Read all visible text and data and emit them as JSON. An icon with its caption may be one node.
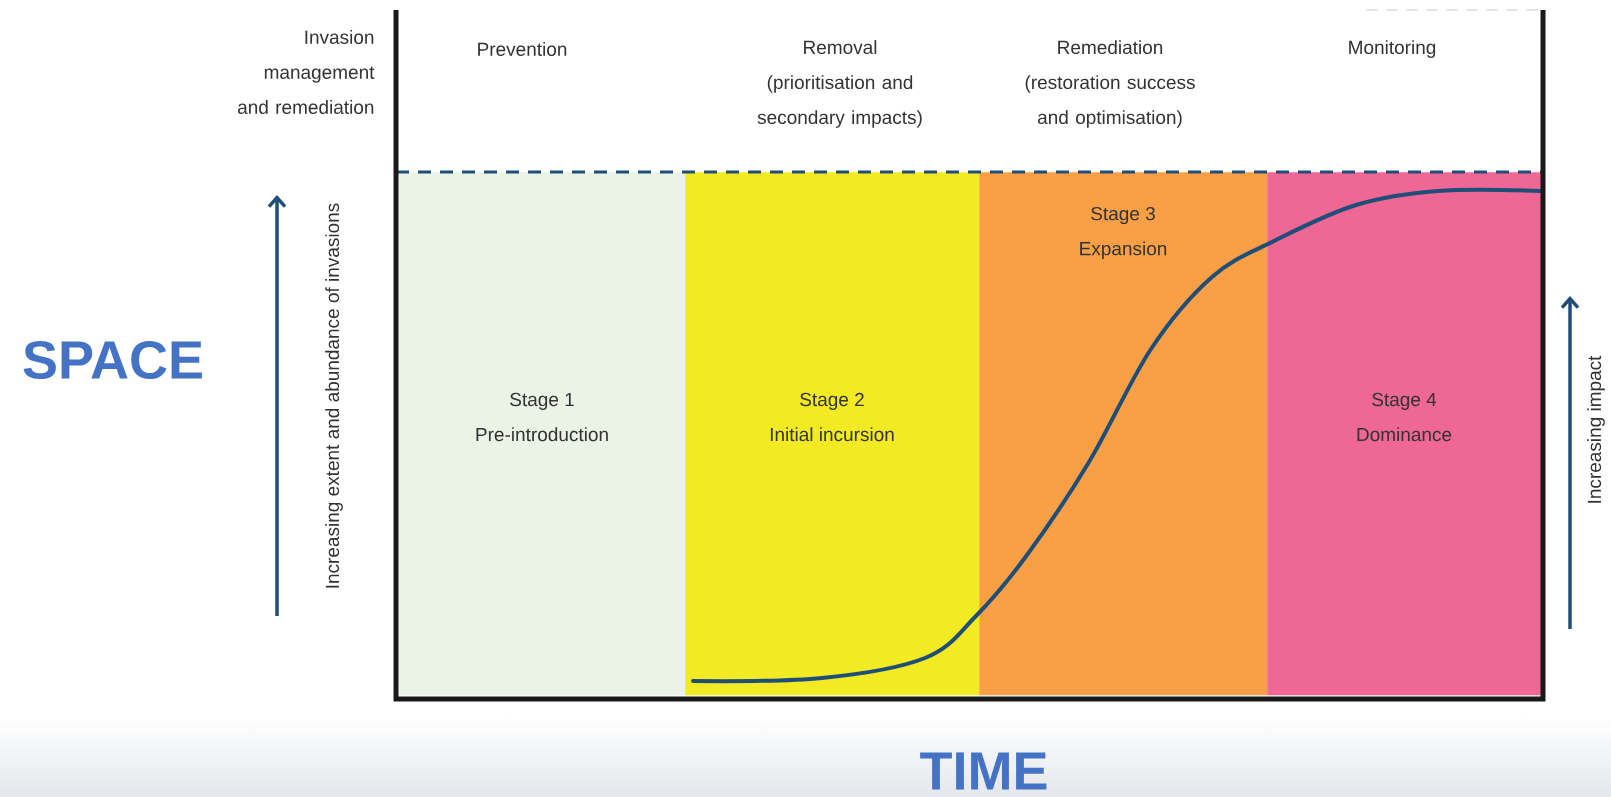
{
  "diagram": {
    "nodes": [
      {
        "text": [
          "Stage 1",
          "Pre-introduction"
        ]
      },
      {
        "text": [
          "Stage 2",
          "Initial incursion"
        ]
      },
      {
        "text": [
          "Stage 3",
          "Expansion"
        ]
      },
      {
        "text": [
          "Stage 4",
          "Dominance"
        ]
      }
    ],
    "labels": [
      "Invasion management and remediation",
      "Prevention",
      "Removal (prioritisation and secondary impacts)",
      "Remediation (restoration success and optimisation)",
      "Monitoring",
      "Increasing extent and abundance of invasions",
      "SPACE",
      "Increasing impact",
      "TIME"
    ]
  }
}
